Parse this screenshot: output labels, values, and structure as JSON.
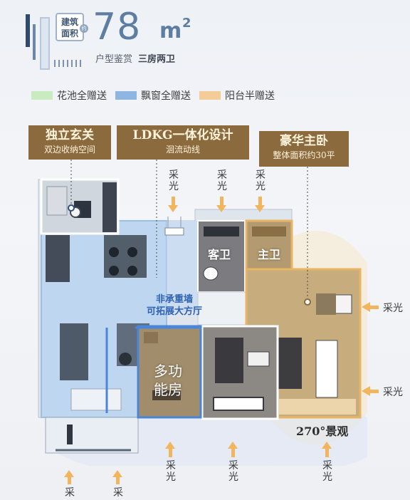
{
  "header": {
    "badge_line1": "建筑",
    "badge_line2": "面积",
    "badge_dot": "约",
    "area_value": "78",
    "area_unit": "m",
    "area_sup": "2",
    "subtitle": "户型鉴赏",
    "subtitle_strong": "三房两卫"
  },
  "legend": [
    {
      "label": "花池全赠送",
      "color": "#c8ecc0"
    },
    {
      "label": "飘窗全赠送",
      "color": "#8fb5e2"
    },
    {
      "label": "阳台半赠送",
      "color": "#f3cc97"
    }
  ],
  "callouts": {
    "entry": {
      "title": "独立玄关",
      "sub": "双边收纳空间"
    },
    "ldkg": {
      "title": "LDKG一体化设计",
      "sub": "洄流动线"
    },
    "master": {
      "title": "豪华主卧",
      "sub": "整体面积约30平"
    }
  },
  "lighting": {
    "top_1": "采光",
    "top_2": "采光",
    "top_3": "采光",
    "right_1": "采光",
    "right_2": "采光",
    "bottom_1": "采光",
    "bottom_2": "采光",
    "bottom_3": "采光",
    "bottom_4": "采",
    "bottom_5": "采"
  },
  "rooms": {
    "guest_wc": "客卫",
    "master_wc": "主卫",
    "wall_line1": "非承重墙",
    "wall_line2": "可拓展大方厅",
    "multi_line1": "多功",
    "multi_line2": "能房",
    "view": "270°景观"
  },
  "colors": {
    "brand_blue": "#5d7da2",
    "callout_brown": "#8b6a3d",
    "arrow_orange": "#f2b45c",
    "highlight_blue": "#4a86d8",
    "highlight_gold": "#e8b465"
  }
}
